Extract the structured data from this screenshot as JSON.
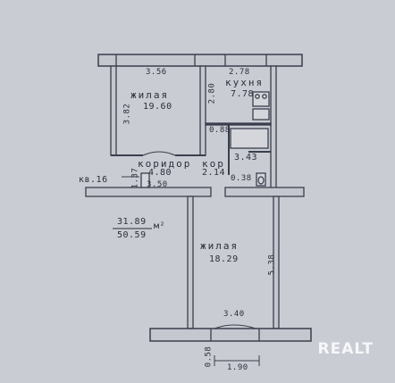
{
  "plan": {
    "apartment_label": "кв.16",
    "rooms": {
      "living1": {
        "name": "жилая",
        "area": "19.60"
      },
      "kitchen": {
        "name": "кухня",
        "area": "7.78"
      },
      "corridor": {
        "name": "коридор",
        "area": "4.80"
      },
      "kor": {
        "name": "кор",
        "area": "2.14"
      },
      "bath_area": "3.43",
      "living2": {
        "name": "жилая",
        "area": "18.29"
      }
    },
    "dimensions": {
      "top_left": "3.56",
      "top_right": "2.78",
      "living1_height": "3.82",
      "kitchen_height": "2.80",
      "hall_width": "0.88",
      "toilet_width": "0.38",
      "entry_height": "1.37",
      "corridor_width": "3.50",
      "living2_height": "5.38",
      "bottom_width": "3.40",
      "balcony_depth": "0.58",
      "balcony_width": "1.90"
    },
    "totals": {
      "living": "31.89",
      "total": "50.59",
      "unit": "м²"
    }
  },
  "watermark": "REALT"
}
